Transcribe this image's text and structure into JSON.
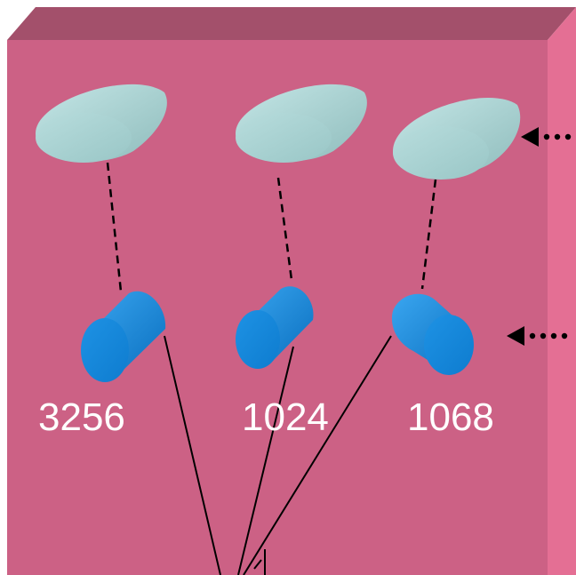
{
  "labels": {
    "left": "3256",
    "middle": "1024",
    "right": "1068"
  },
  "colors": {
    "box_front": "#cc6185",
    "box_top": "#a3506b",
    "box_side": "#e46f94",
    "disk_light": "#a9d1d1",
    "disk_blue": "#1389dc",
    "label_text": "#ffffff",
    "line": "#000000"
  },
  "icons": {
    "upper_shapes": "light-cylinder-icon",
    "lower_shapes": "blue-cylinder-icon",
    "pointers": "dotted-arrow-icon"
  }
}
